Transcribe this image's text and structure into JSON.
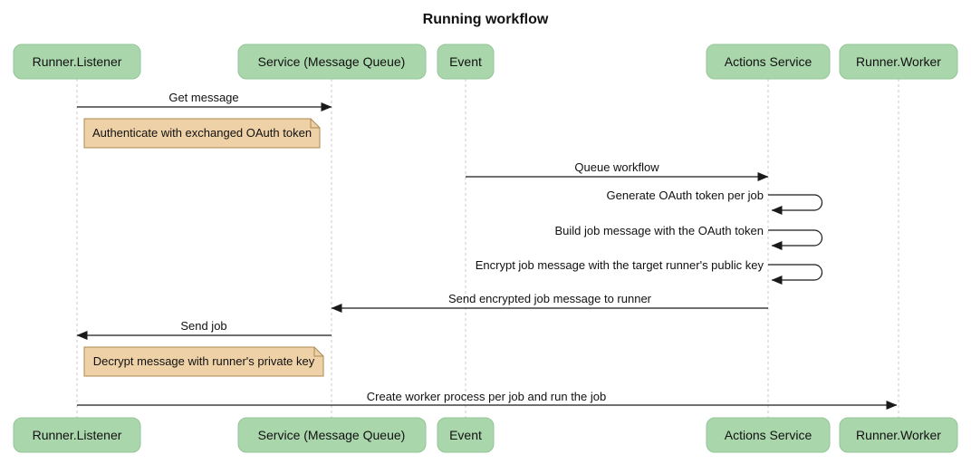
{
  "diagram": {
    "title": "Running workflow",
    "type": "sequence-diagram"
  },
  "participants": [
    {
      "label": "Runner.Listener"
    },
    {
      "label": "Service (Message Queue)"
    },
    {
      "label": "Event"
    },
    {
      "label": "Actions Service"
    },
    {
      "label": "Runner.Worker"
    }
  ],
  "messages": [
    {
      "label": "Get message",
      "from": "Runner.Listener",
      "to": "Service (Message Queue)",
      "type": "solid-arrow"
    },
    {
      "label": "Queue workflow",
      "from": "Event",
      "to": "Actions Service",
      "type": "solid-arrow"
    },
    {
      "label": "Generate OAuth token per job",
      "from": "Actions Service",
      "to": "Actions Service",
      "type": "self"
    },
    {
      "label": "Build job message with the OAuth token",
      "from": "Actions Service",
      "to": "Actions Service",
      "type": "self"
    },
    {
      "label": "Encrypt job message with the target runner's public key",
      "from": "Actions Service",
      "to": "Actions Service",
      "type": "self"
    },
    {
      "label": "Send encrypted job message to runner",
      "from": "Actions Service",
      "to": "Service (Message Queue)",
      "type": "solid-arrow"
    },
    {
      "label": "Send job",
      "from": "Service (Message Queue)",
      "to": "Runner.Listener",
      "type": "solid-arrow"
    },
    {
      "label": "Create worker process per job and run the job",
      "from": "Runner.Listener",
      "to": "Runner.Worker",
      "type": "solid-arrow"
    }
  ],
  "notes": [
    {
      "label": "Authenticate with exchanged OAuth token",
      "position": "right of Runner.Listener"
    },
    {
      "label": "Decrypt message with runner's private key",
      "position": "right of Runner.Listener"
    }
  ],
  "colors": {
    "participant_fill": "#aad6ac",
    "participant_border": "#93c697",
    "note_fill": "#eed1a7",
    "note_border": "#ad8953",
    "line_color": "#1a1a1a",
    "lifeline_color": "#cbcbcb",
    "background": "#ffffff",
    "text_color": "#111111"
  }
}
